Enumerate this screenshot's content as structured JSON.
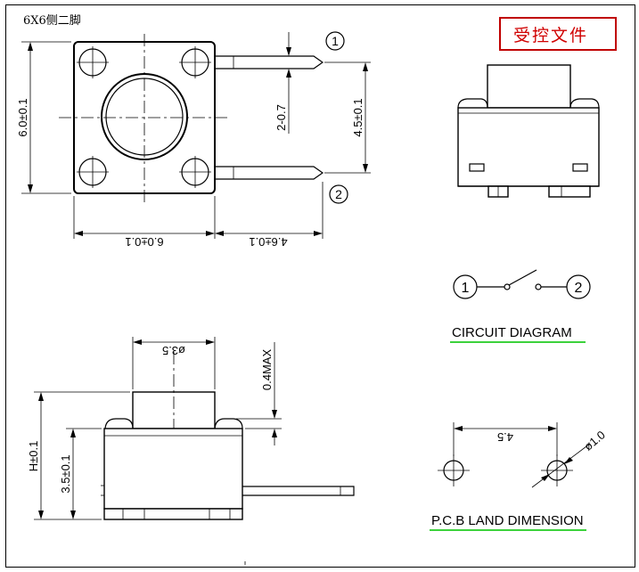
{
  "title": "6X6侧二脚",
  "stamp": "受控文件",
  "pins": {
    "pin1": "1",
    "pin2": "2"
  },
  "dimensions": {
    "top_width": "6.0±0.1",
    "top_height": "6.0±0.1",
    "pin_length": "4.6±0.1",
    "pin_spacing": "4.5±0.1",
    "pin_width": "2-0.7",
    "actuator_diameter": "ø3.5",
    "actuator_height": "0.4MAX",
    "total_height": "H±0.1",
    "body_height": "3.5±0.1",
    "pcb_spacing": "4.5",
    "pcb_hole": "ø1.0"
  },
  "captions": {
    "circuit_diagram": "CIRCUIT DIAGRAM",
    "pcb_land": "P.C.B LAND DIMENSION"
  }
}
